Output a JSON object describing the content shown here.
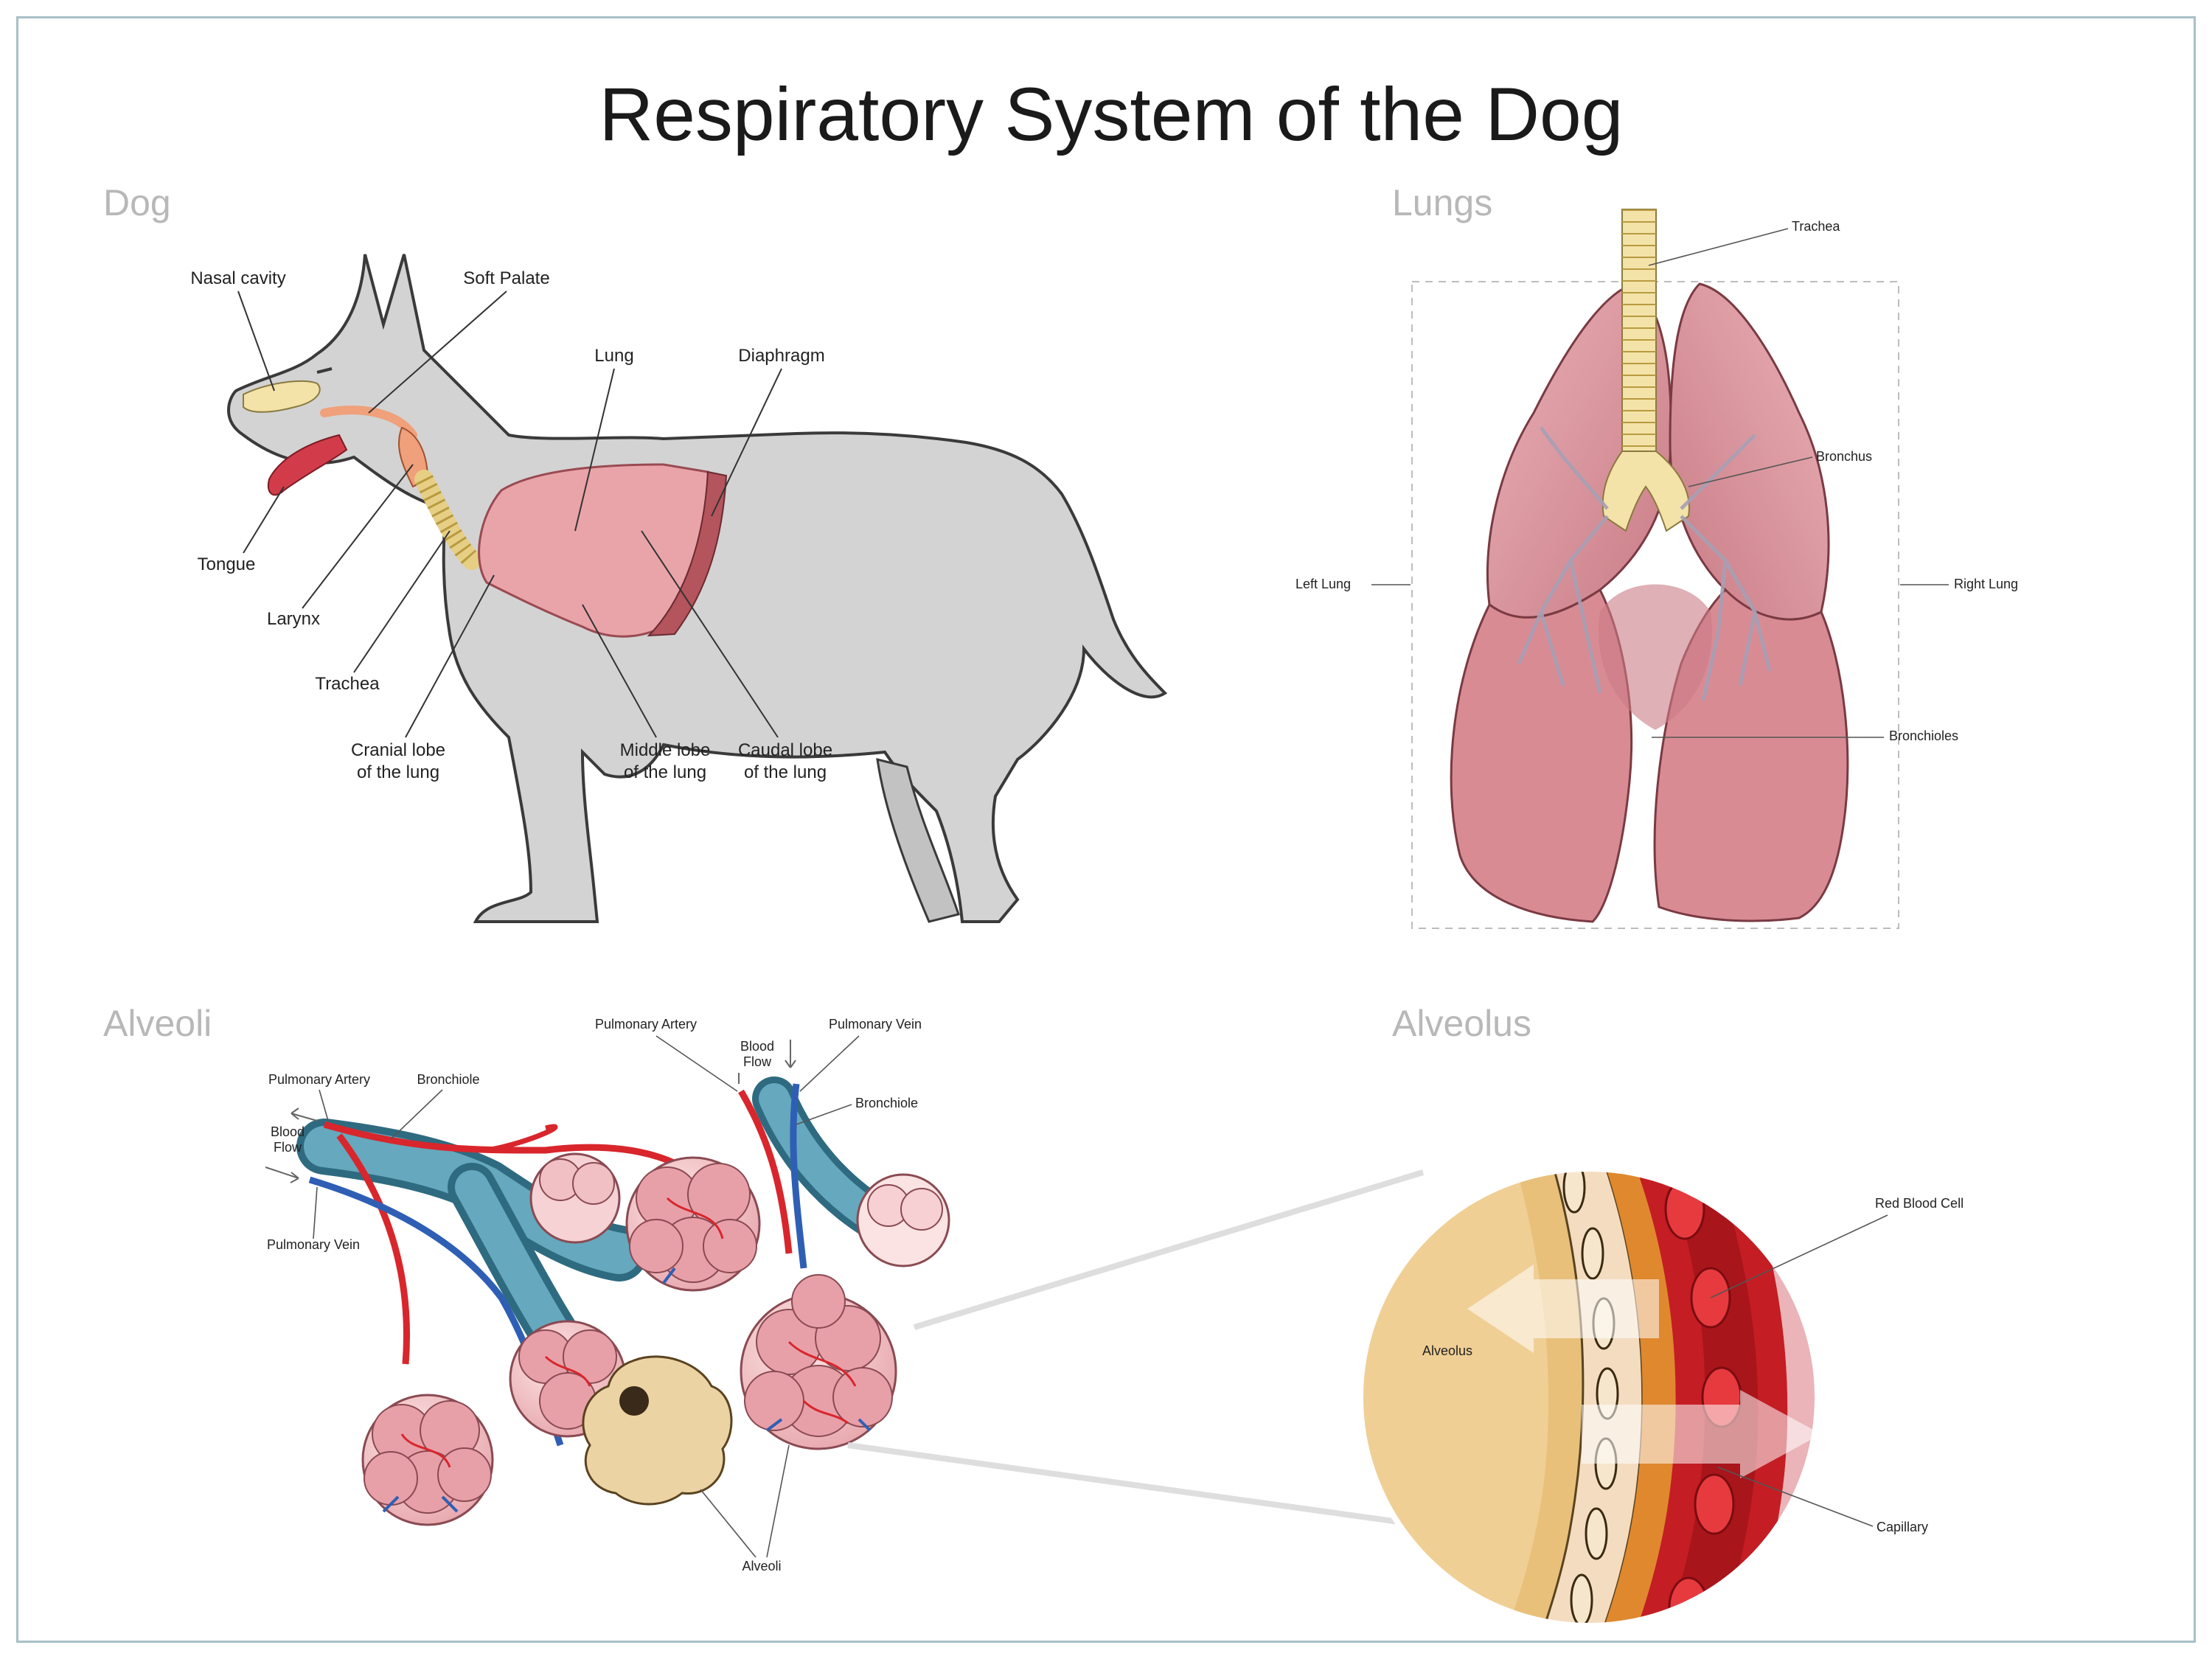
{
  "title": "Respiratory System of the Dog",
  "sections": {
    "dog": "Dog",
    "lungs": "Lungs",
    "alveoli": "Alveoli",
    "alveolus": "Alveolus"
  },
  "dog_labels": {
    "nasal_cavity": "Nasal cavity",
    "soft_palate": "Soft Palate",
    "lung": "Lung",
    "diaphragm": "Diaphragm",
    "tongue": "Tongue",
    "larynx": "Larynx",
    "trachea": "Trachea",
    "cranial_lobe_1": "Cranial lobe",
    "cranial_lobe_2": "of the lung",
    "middle_lobe_1": "Middle lobe",
    "middle_lobe_2": "of the lung",
    "caudal_lobe_1": "Caudal lobe",
    "caudal_lobe_2": "of the lung"
  },
  "lungs_labels": {
    "trachea": "Trachea",
    "bronchus": "Bronchus",
    "left_lung": "Left Lung",
    "right_lung": "Right Lung",
    "bronchioles": "Bronchioles"
  },
  "alveoli_labels": {
    "pulmonary_artery_left": "Pulmonary Artery",
    "bronchiole_left": "Bronchiole",
    "blood_flow_left_1": "Blood",
    "blood_flow_left_2": "Flow",
    "pulmonary_vein_left": "Pulmonary Vein",
    "pulmonary_artery_top": "Pulmonary Artery",
    "blood_flow_top_1": "Blood",
    "blood_flow_top_2": "Flow",
    "pulmonary_vein_top": "Pulmonary Vein",
    "bronchiole_right": "Bronchiole",
    "alveoli": "Alveoli"
  },
  "alveolus_labels": {
    "alveolus": "Alveolus",
    "red_blood_cell": "Red Blood Cell",
    "capillary": "Capillary"
  },
  "colors": {
    "frame": "#a9c0c8",
    "dog_body": "#d3d3d3",
    "dog_outline": "#3a3a3a",
    "lung_pink": "#e9a4aa",
    "lung_dark": "#b4545c",
    "trachea_yellow": "#f3e3a8",
    "airway_teal": "#5c9bb0",
    "artery_red": "#d8262c",
    "vein_blue": "#2f5fb5",
    "alveolus_tan": "#e8c07a",
    "capillary_red": "#c41d24"
  }
}
